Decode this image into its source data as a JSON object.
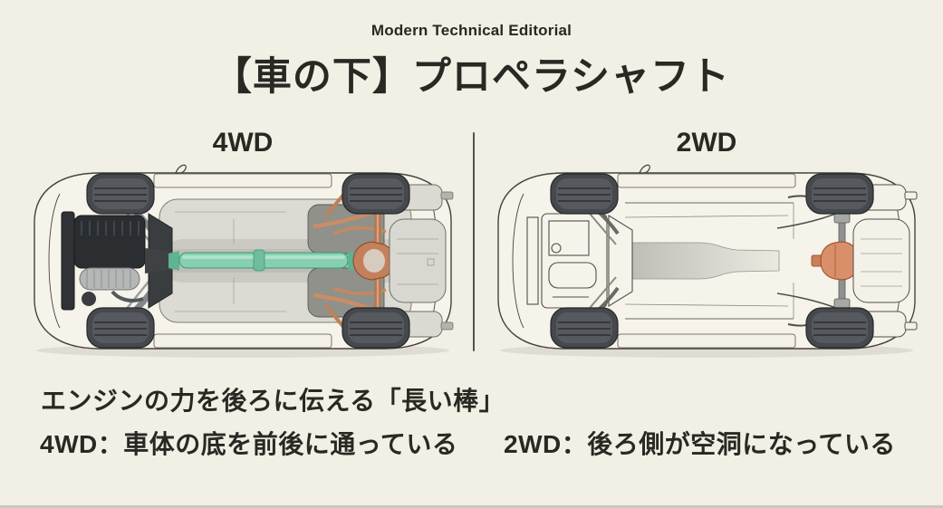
{
  "header": {
    "kicker": "Modern Technical Editorial",
    "title": "【車の下】プロペラシャフト"
  },
  "panels": {
    "left_label": "4WD",
    "right_label": "2WD"
  },
  "caption": {
    "line1": "エンジンの力を後ろに伝える「長い棒」",
    "left": "4WD：車体の底を前後に通っている",
    "right": "2WD：後ろ側が空洞になっている"
  },
  "colors": {
    "background": "#f2efe5",
    "ink": "#2a2823",
    "divider": "#55524b",
    "body_fill": "#f6f3ea",
    "outline": "#45433c",
    "floor_pan": "#dcdbd3",
    "tire": "#45484c",
    "propeller_shaft": "#86d0b2",
    "propeller_shaft_edge": "#3f9678",
    "rear_drive_copper": "#c4805a",
    "differential_orange": "#d9906a"
  }
}
